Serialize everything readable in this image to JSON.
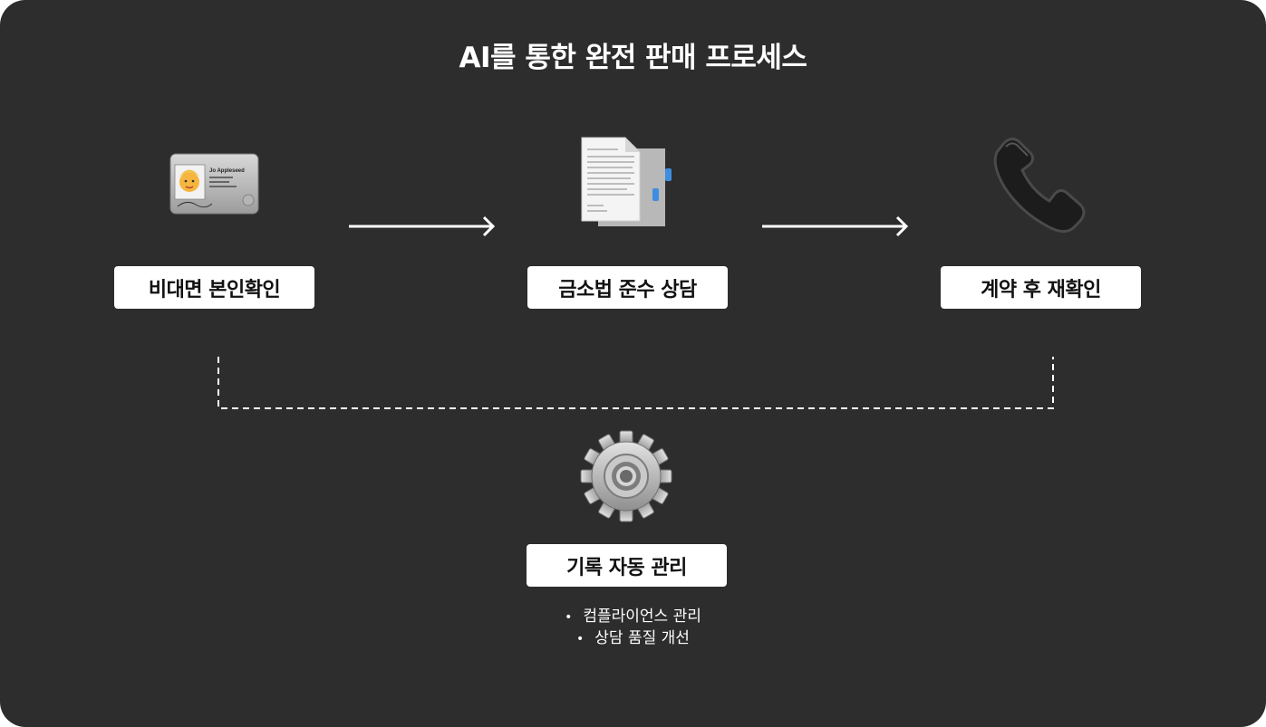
{
  "title": "AI를 통한 완전 판매 프로세스",
  "steps": [
    {
      "label": "비대면 본인확인",
      "icon": "id-card-icon"
    },
    {
      "label": "금소법 준수 상담",
      "icon": "document-icon"
    },
    {
      "label": "계약 후 재확인",
      "icon": "phone-icon"
    }
  ],
  "record": {
    "label": "기록 자동 관리",
    "icon": "gear-icon",
    "notes": [
      "컴플라이언스 관리",
      "상담 품질 개선"
    ]
  },
  "id_card": {
    "name": "Jo Appleseed"
  },
  "colors": {
    "background": "#2d2d2d",
    "label_bg": "#ffffff",
    "label_text": "#111111",
    "line": "#ffffff"
  }
}
